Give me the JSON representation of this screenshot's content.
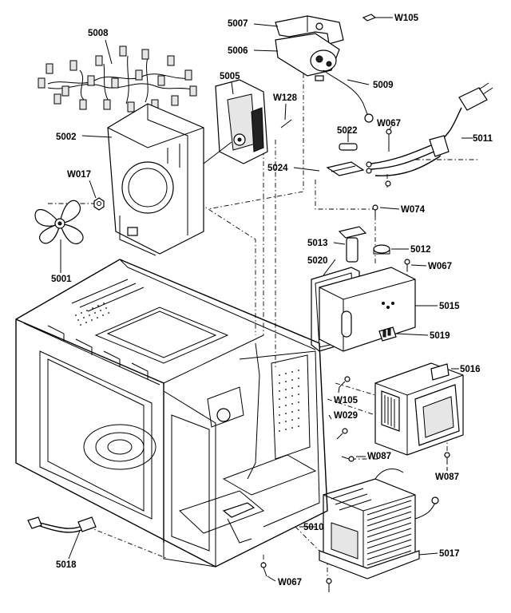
{
  "callouts": {
    "p5008": "5008",
    "p5007": "5007",
    "pW105a": "W105",
    "p5006": "5006",
    "p5009": "5009",
    "p5005": "5005",
    "pW128": "W128",
    "p5002": "5002",
    "p5022": "5022",
    "pW067a": "W067",
    "p5011": "5011",
    "p5024": "5024",
    "pW017": "W017",
    "pW074": "W074",
    "p5001": "5001",
    "p5013": "5013",
    "p5012": "5012",
    "p5020": "5020",
    "pW067b": "W067",
    "p5015": "5015",
    "p5019": "5019",
    "p5016": "5016",
    "pW105b": "W105",
    "pW029": "W029",
    "pW087a": "W087",
    "pW087b": "W087",
    "p5010": "5010",
    "p5017": "5017",
    "p5018": "5018",
    "pW067c": "W067"
  }
}
